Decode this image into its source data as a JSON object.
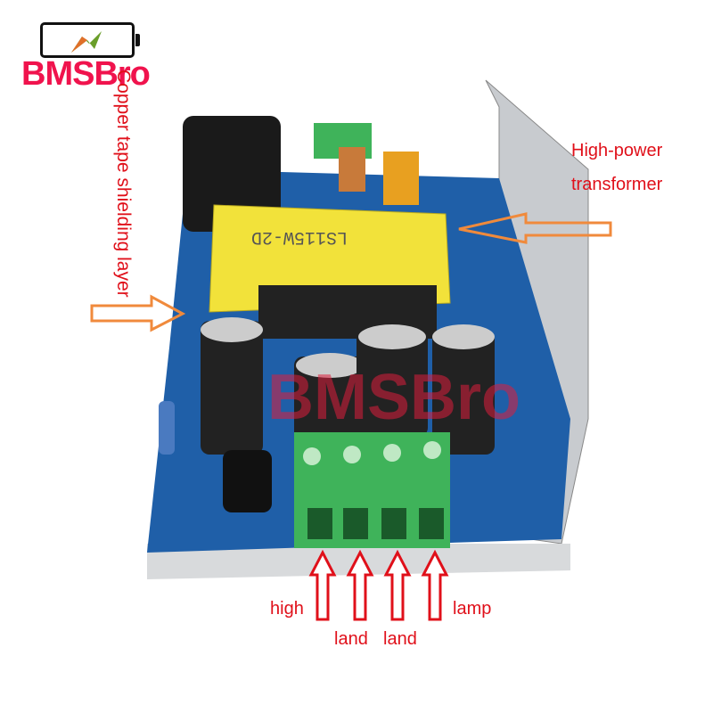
{
  "logo": {
    "brand": "BMSBro"
  },
  "annotations": {
    "shielding": "Copper tape shielding layer",
    "transformer_line1": "High-power",
    "transformer_line2": "transformer",
    "terminals": [
      "high",
      "land",
      "land",
      "lamp"
    ]
  },
  "watermark": "BMSBro",
  "component_marking": "LS115W-2D",
  "colors": {
    "accent": "#e0101a",
    "board": "#1f5fa8",
    "transformer": "#f2e23a",
    "terminal": "#3fb35a",
    "arrow": "#f08a3c"
  }
}
